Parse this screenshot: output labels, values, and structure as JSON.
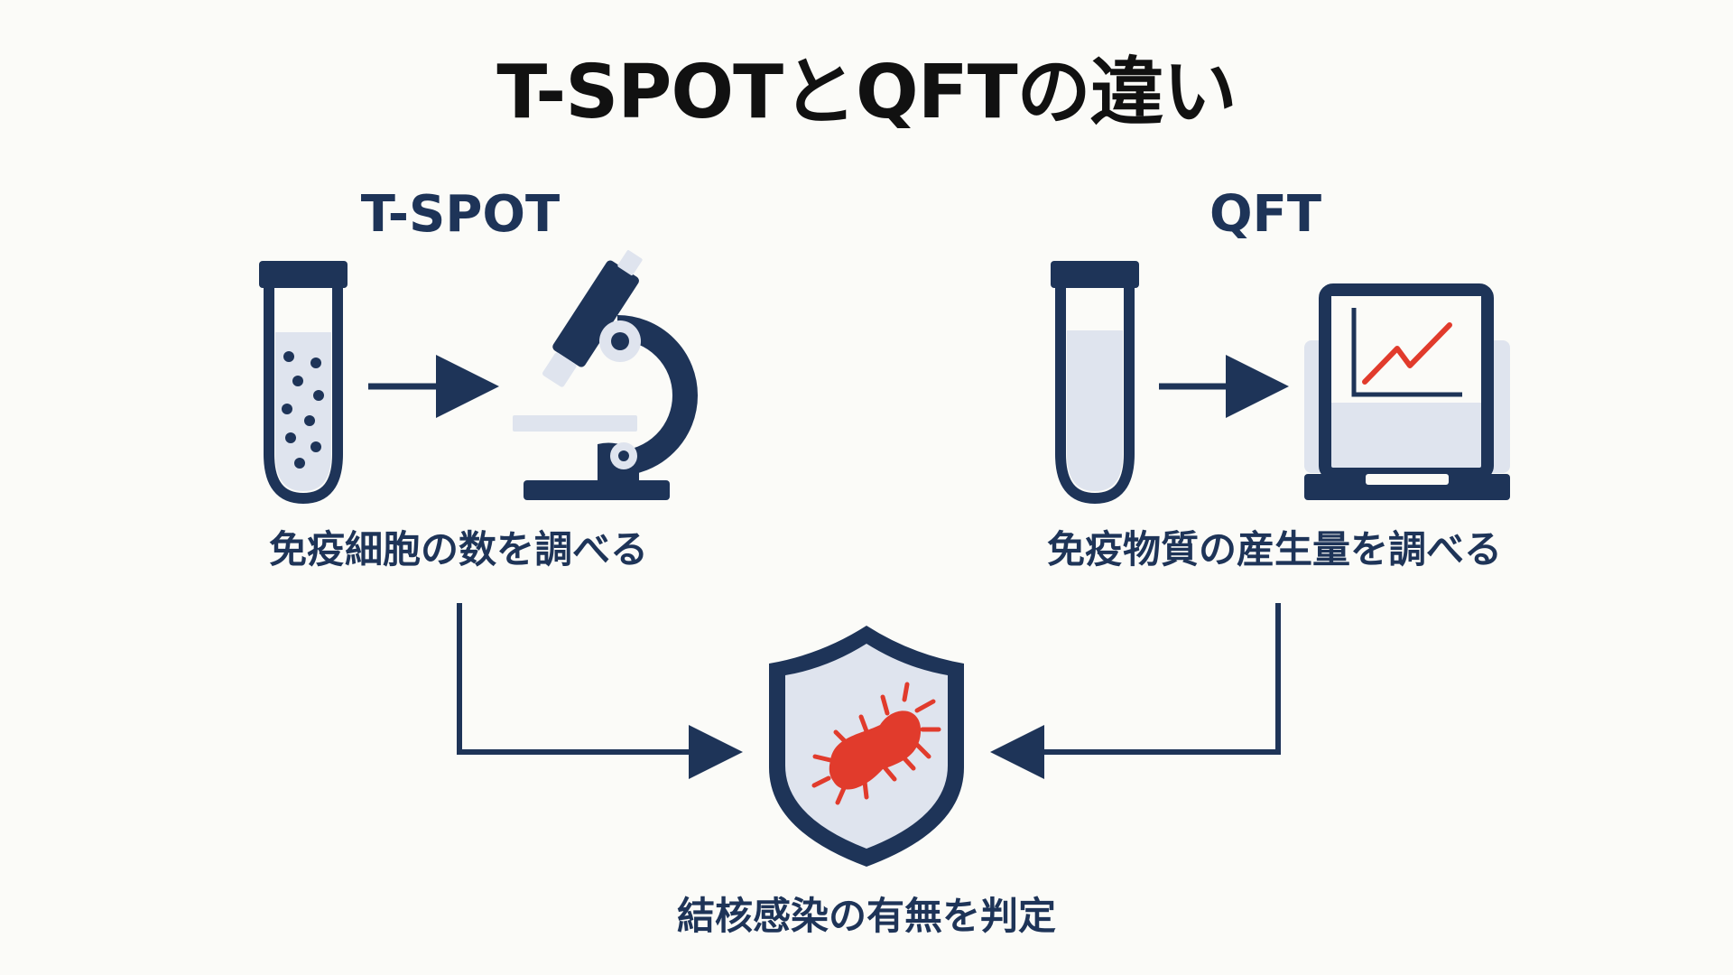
{
  "title": "T-SPOTとQFTの違い",
  "tspot": {
    "label": "T-SPOT",
    "description": "免疫細胞の数を調べる",
    "icons": [
      "test-tube-with-cells-icon",
      "arrow-right-icon",
      "microscope-icon"
    ]
  },
  "qft": {
    "label": "QFT",
    "description": "免疫物質の産生量を調べる",
    "icons": [
      "test-tube-icon",
      "arrow-right-icon",
      "monitor-chart-icon"
    ]
  },
  "result": {
    "label": "結核感染の有無を判定",
    "icon": "shield-bacteria-icon"
  },
  "colors": {
    "navy": "#1e3458",
    "light": "#dfe4ee",
    "red": "#e13b2c",
    "background": "#fbfbf8"
  }
}
